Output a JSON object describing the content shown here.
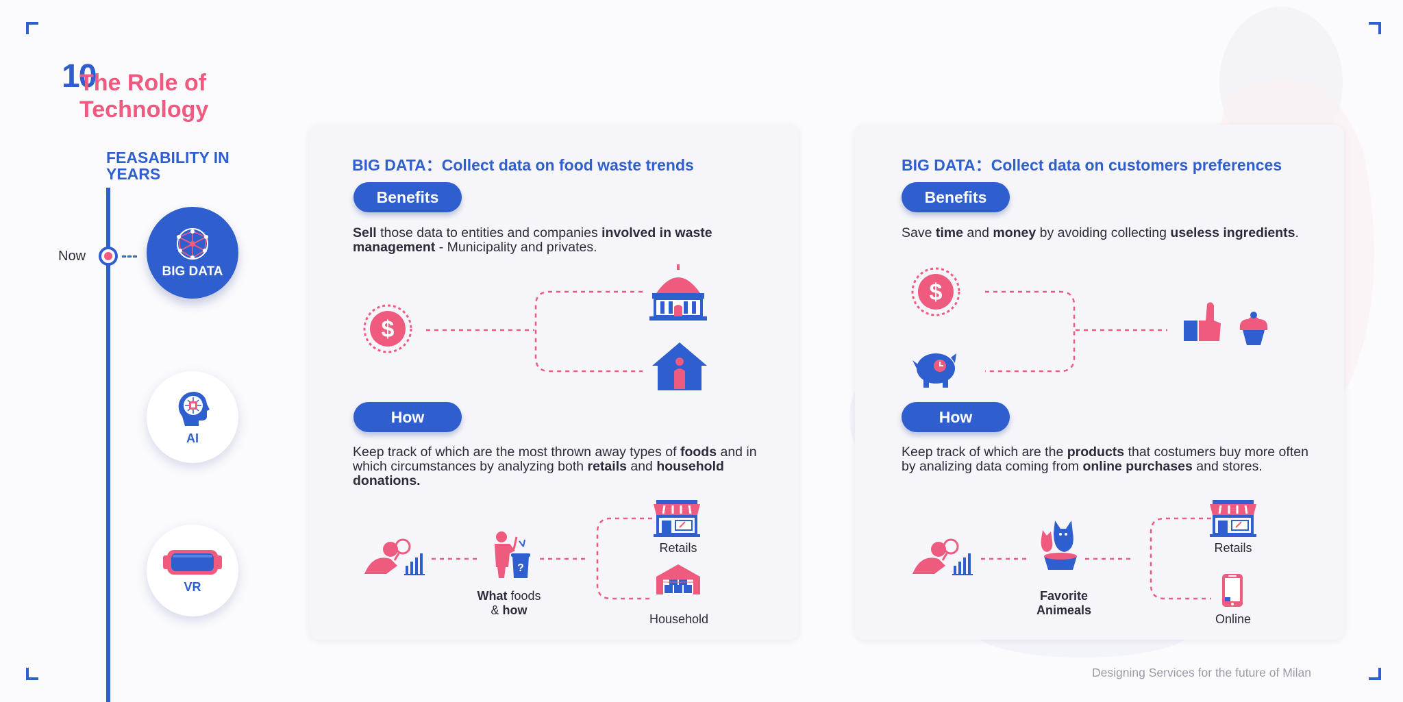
{
  "page": {
    "number": "10",
    "title": "The Role of Technology",
    "footer": "Designing Services for the future of Milan"
  },
  "timeline": {
    "label": "FEASABILITY IN YEARS",
    "now_label": "Now",
    "items": [
      {
        "label": "BIG DATA",
        "icon": "network-globe-icon",
        "active": true
      },
      {
        "label": "AI",
        "icon": "ai-head-icon",
        "active": false
      },
      {
        "label": "VR",
        "icon": "vr-headset-icon",
        "active": false
      }
    ]
  },
  "cards": {
    "left": {
      "title": "BIG DATA：Collect data on food waste trends",
      "benefits_label": "Benefits",
      "benefits_text": [
        {
          "t": "Sell",
          "b": true
        },
        {
          "t": " those data to entities and companies ",
          "b": false
        },
        {
          "t": "involved in waste management",
          "b": true
        },
        {
          "t": " - Municipality and privates.",
          "b": false
        }
      ],
      "how_label": "How",
      "how_text": [
        {
          "t": "Keep track of which are the most thrown away types of ",
          "b": false
        },
        {
          "t": "foods",
          "b": true
        },
        {
          "t": " and in which circumstances by analyzing both ",
          "b": false
        },
        {
          "t": "retails",
          "b": true
        },
        {
          "t": " and ",
          "b": false
        },
        {
          "t": "household donations.",
          "b": true
        }
      ],
      "diagram_labels": {
        "what_bold": "What",
        "what_rest": " foods",
        "amp": "& ",
        "how_bold": "how",
        "retails": "Retails",
        "household": "Household"
      }
    },
    "right": {
      "title": "BIG DATA：Collect data on customers preferences",
      "benefits_label": "Benefits",
      "benefits_text": [
        {
          "t": "Save ",
          "b": false
        },
        {
          "t": "time",
          "b": true
        },
        {
          "t": " and ",
          "b": false
        },
        {
          "t": "money",
          "b": true
        },
        {
          "t": " by avoiding collecting ",
          "b": false
        },
        {
          "t": "useless ingredients",
          "b": true
        },
        {
          "t": ".",
          "b": false
        }
      ],
      "how_label": "How",
      "how_text": [
        {
          "t": "Keep track of which are the ",
          "b": false
        },
        {
          "t": "products",
          "b": true
        },
        {
          "t": " that costumers buy more often by analizing data coming from ",
          "b": false
        },
        {
          "t": "online purchases",
          "b": true
        },
        {
          "t": " and stores.",
          "b": false
        }
      ],
      "diagram_labels": {
        "favorite": "Favorite",
        "animeals": "Animeals",
        "retails": "Retails",
        "online": "Online"
      }
    }
  },
  "colors": {
    "blue": "#2f5fce",
    "pink": "#ef5b7f",
    "card": "#f6f6fa"
  }
}
